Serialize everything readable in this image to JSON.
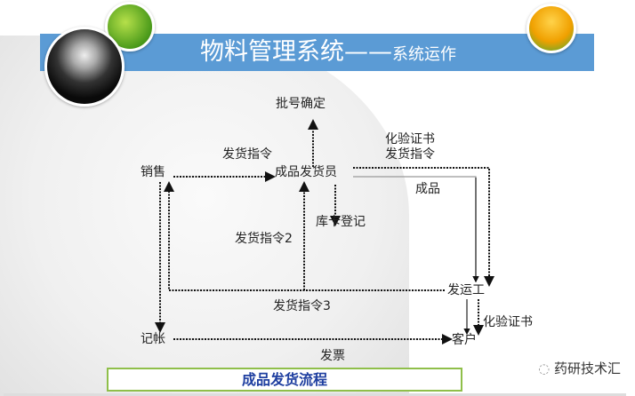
{
  "header": {
    "title": "物料管理系统——",
    "subtitle": "系统运作"
  },
  "diagram": {
    "batch": "批号确定",
    "order1": "发货指令",
    "cert_order_1": "化验证书",
    "cert_order_2": "发货指令",
    "sales": "销售",
    "shipper": "成品发货员",
    "product": "成品",
    "stock_card": "库卡登记",
    "order2": "发货指令2",
    "carrier": "发运工",
    "order3": "发货指令3",
    "cert": "化验证书",
    "account": "记帐",
    "customer": "客户",
    "invoice": "发票"
  },
  "caption": "成品发货流程",
  "watermark": "药研技术汇"
}
